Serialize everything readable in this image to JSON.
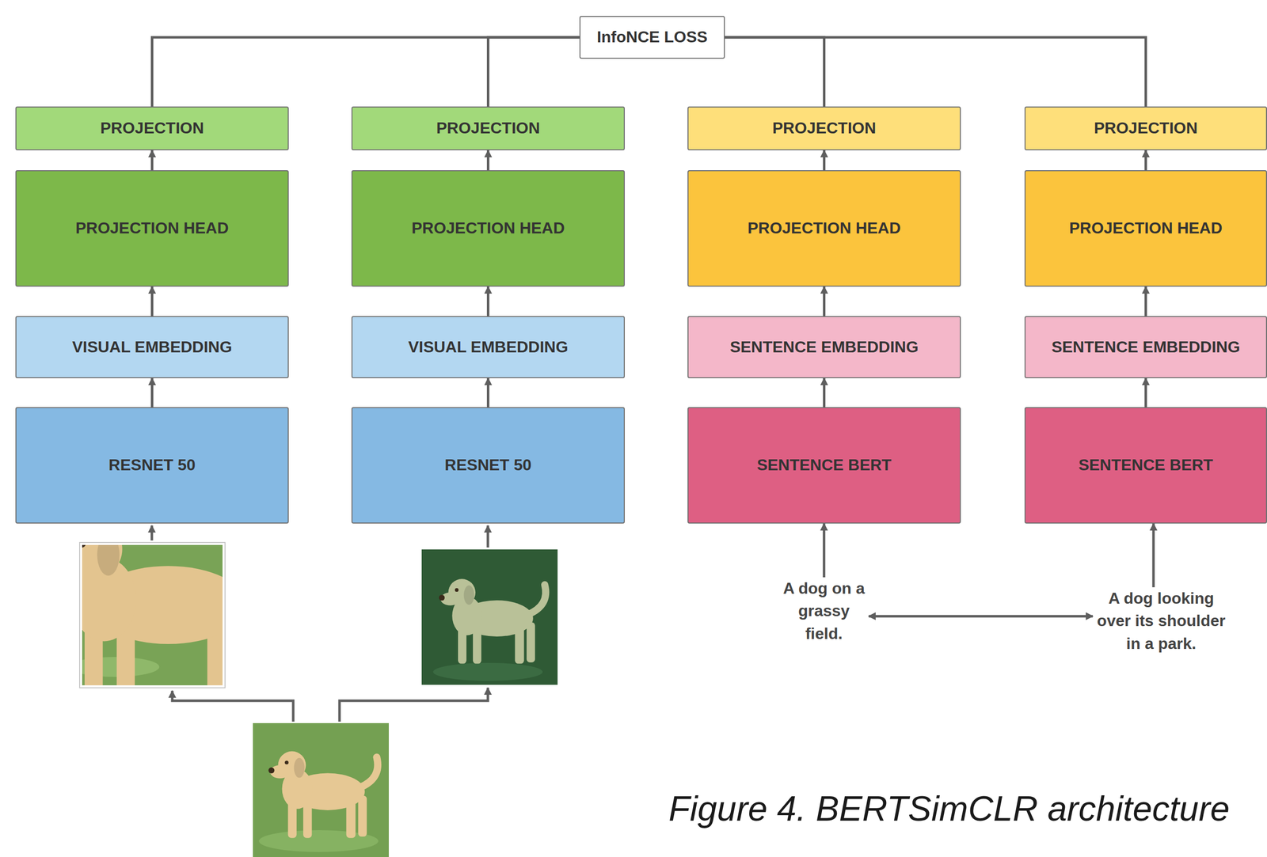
{
  "diagram": {
    "caption": "Figure 4. BERTSimCLR architecture",
    "nodes": [
      {
        "text": [
          "InfoNCE LOSS"
        ]
      },
      {
        "text": [
          "PROJECTION"
        ]
      },
      {
        "text": [
          "PROJECTION"
        ]
      },
      {
        "text": [
          "PROJECTION"
        ]
      },
      {
        "text": [
          "PROJECTION"
        ]
      },
      {
        "text": [
          "PROJECTION HEAD"
        ]
      },
      {
        "text": [
          "PROJECTION HEAD"
        ]
      },
      {
        "text": [
          "PROJECTION HEAD"
        ]
      },
      {
        "text": [
          "PROJECTION HEAD"
        ]
      },
      {
        "text": [
          "VISUAL EMBEDDING"
        ]
      },
      {
        "text": [
          "VISUAL EMBEDDING"
        ]
      },
      {
        "text": [
          "SENTENCE EMBEDDING"
        ]
      },
      {
        "text": [
          "SENTENCE EMBEDDING"
        ]
      },
      {
        "text": [
          "RESNET 50"
        ]
      },
      {
        "text": [
          "RESNET 50"
        ]
      },
      {
        "text": [
          "SENTENCE BERT"
        ]
      },
      {
        "text": [
          "SENTENCE BERT"
        ]
      },
      {
        "text": [
          "A dog on a grassy field."
        ]
      },
      {
        "text": [
          "A dog looking over its shoulder in a park."
        ]
      }
    ],
    "edges": [
      {
        "from": 13,
        "to": 9,
        "arrow": "to"
      },
      {
        "from": 9,
        "to": 5,
        "arrow": "to"
      },
      {
        "from": 5,
        "to": 1,
        "arrow": "to"
      },
      {
        "from": 1,
        "to": 0,
        "arrow": "none"
      },
      {
        "from": 14,
        "to": 10,
        "arrow": "to"
      },
      {
        "from": 10,
        "to": 6,
        "arrow": "to"
      },
      {
        "from": 6,
        "to": 2,
        "arrow": "to"
      },
      {
        "from": 2,
        "to": 0,
        "arrow": "none"
      },
      {
        "from": 15,
        "to": 11,
        "arrow": "to"
      },
      {
        "from": 11,
        "to": 7,
        "arrow": "to"
      },
      {
        "from": 7,
        "to": 3,
        "arrow": "to"
      },
      {
        "from": 3,
        "to": 0,
        "arrow": "none"
      },
      {
        "from": 16,
        "to": 12,
        "arrow": "to"
      },
      {
        "from": 12,
        "to": 8,
        "arrow": "to"
      },
      {
        "from": 8,
        "to": 4,
        "arrow": "to"
      },
      {
        "from": 4,
        "to": 0,
        "arrow": "none"
      },
      {
        "from": 17,
        "to": 15,
        "arrow": "to"
      },
      {
        "from": 18,
        "to": 16,
        "arrow": "to"
      },
      {
        "from": 17,
        "to": 18,
        "arrow": "both"
      }
    ]
  }
}
